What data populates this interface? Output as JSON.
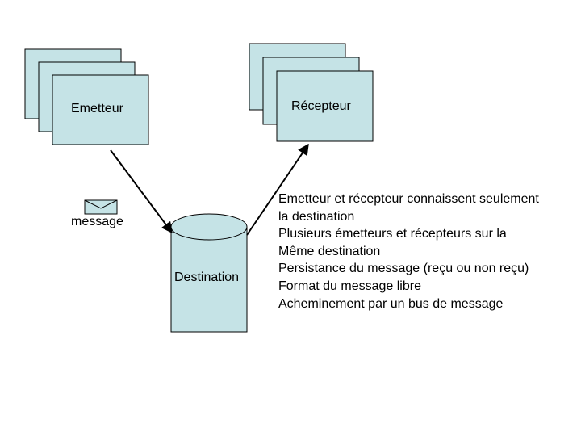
{
  "sender": {
    "label": "Emetteur"
  },
  "receiver": {
    "label": "Récepteur"
  },
  "message": {
    "label": "message"
  },
  "destination": {
    "label": "Destination"
  },
  "notes": [
    "Emetteur et récepteur connaissent seulement",
    "la destination",
    "Plusieurs émetteurs et récepteurs sur la",
    "Même destination",
    "Persistance du message (reçu ou non reçu)",
    "Format du message libre",
    "Acheminement par un bus de message"
  ],
  "colors": {
    "box_fill": "#c5e3e6",
    "stroke": "#000000",
    "text": "#000000"
  }
}
